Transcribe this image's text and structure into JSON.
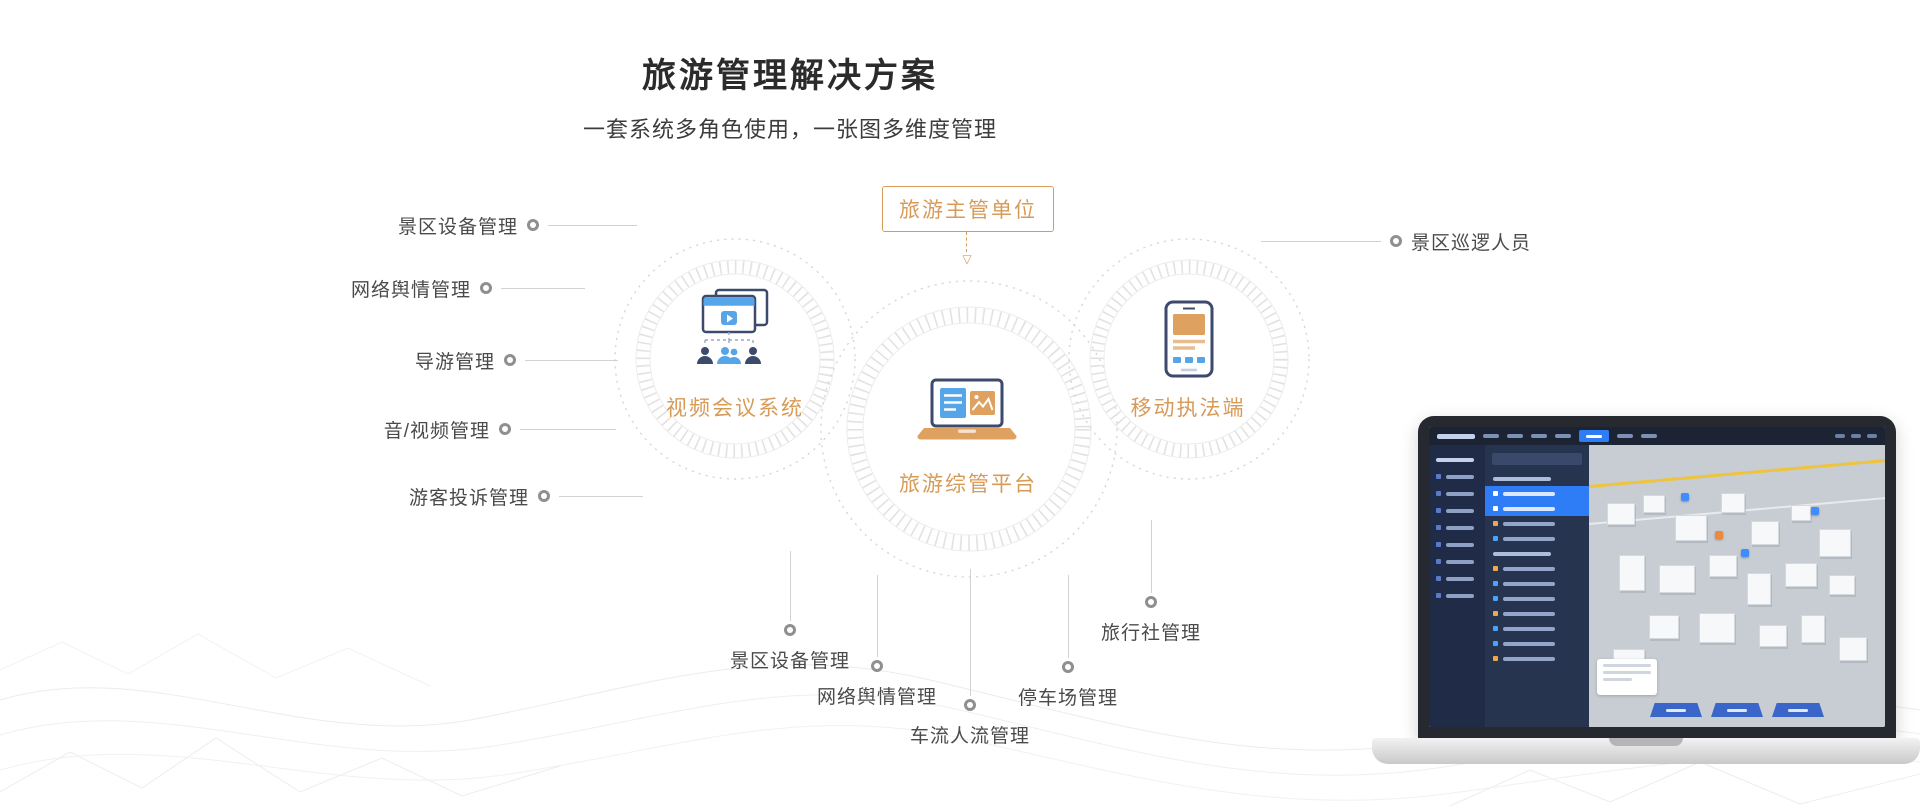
{
  "page": {
    "title": "旅游管理解决方案",
    "subtitle": "一套系统多角色使用，一张图多维度管理"
  },
  "diagram": {
    "authority_label": "旅游主管单位",
    "nodes": {
      "video": "视频会议系统",
      "platform": "旅游综管平台",
      "mobile": "移动执法端"
    },
    "left_items": [
      "景区设备管理",
      "网络舆情管理",
      "导游管理",
      "音/视频管理",
      "游客投诉管理"
    ],
    "right_items": [
      "景区巡逻人员"
    ],
    "bottom_items": [
      "景区设备管理",
      "网络舆情管理",
      "车流人流管理",
      "停车场管理",
      "旅行社管理"
    ]
  },
  "icons": {
    "arrow_down": "▽"
  },
  "colors": {
    "accent_orange": "#D79B57",
    "label_text": "#4A4A4A",
    "connector_line": "#D2D2D2",
    "icon_blue": "#56A5E8",
    "icon_navy": "#3D4A6B",
    "dashboard_navy": "#1F2B47",
    "dashboard_highlight": "#2E7CF6"
  }
}
